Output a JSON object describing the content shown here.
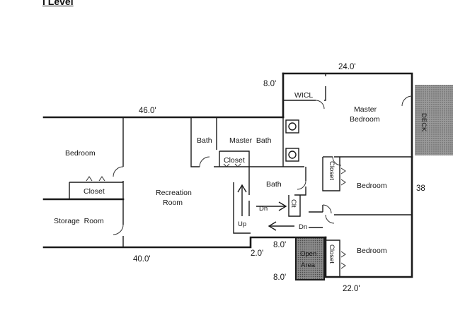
{
  "title": "I Level",
  "rooms": {
    "wicl": "WICL",
    "master_bedroom": [
      "Master",
      "Bedroom"
    ],
    "bath_small": "Bath",
    "master_bath": "Master  Bath",
    "closet_center": "Closet",
    "bath_center": "Bath",
    "closet_right_upper": "Closet",
    "bedroom_right_upper": "Bedroom",
    "bedroom_left": "Bedroom",
    "closet_left": "Closet",
    "recreation_room": [
      "Recreation",
      "Room"
    ],
    "storage_room": "Storage  Room",
    "closet_right_lower": "Closet",
    "bedroom_right_lower": "Bedroom",
    "open_area": [
      "Open",
      "Area"
    ],
    "clt": "Clt",
    "deck": "DECK"
  },
  "stairs": {
    "dn_upper": "Dn",
    "dn_lower": "Dn",
    "up": "Up"
  },
  "dimensions": {
    "top_right": "24.0'",
    "top_left": "46.0'",
    "wicl_height": "8.0'",
    "bottom_left": "40.0'",
    "step": "2.0'",
    "open_top": "8.0'",
    "open_side": "8.0'",
    "bottom_right": "22.0'",
    "right_side": "38"
  }
}
